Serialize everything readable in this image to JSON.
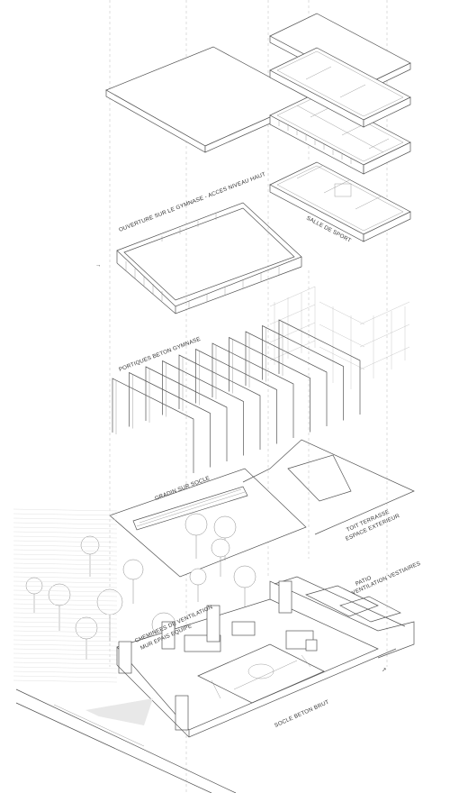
{
  "labels": {
    "ouverture": "OUVERTURE SUR LE GYMNASE - ACCES NIVEAU HAUT",
    "salle": "SALLE DE SPORT",
    "portiques": "PORTIQUES BETON GYMNASE",
    "gradin": "GRADIN SUR SOCLE",
    "toit_1": "TOIT TERRASSE",
    "toit_2": "ESPACE EXTERIEUR",
    "patio_1": "PATIO",
    "patio_2": "VENTILATION VESTIAIRES",
    "cheminees_1": "CHEMINEES DE VENTILATION",
    "cheminees_2": "MUR EPAIS EQUIPE",
    "socle": "SOCLE BETON BRUT"
  }
}
